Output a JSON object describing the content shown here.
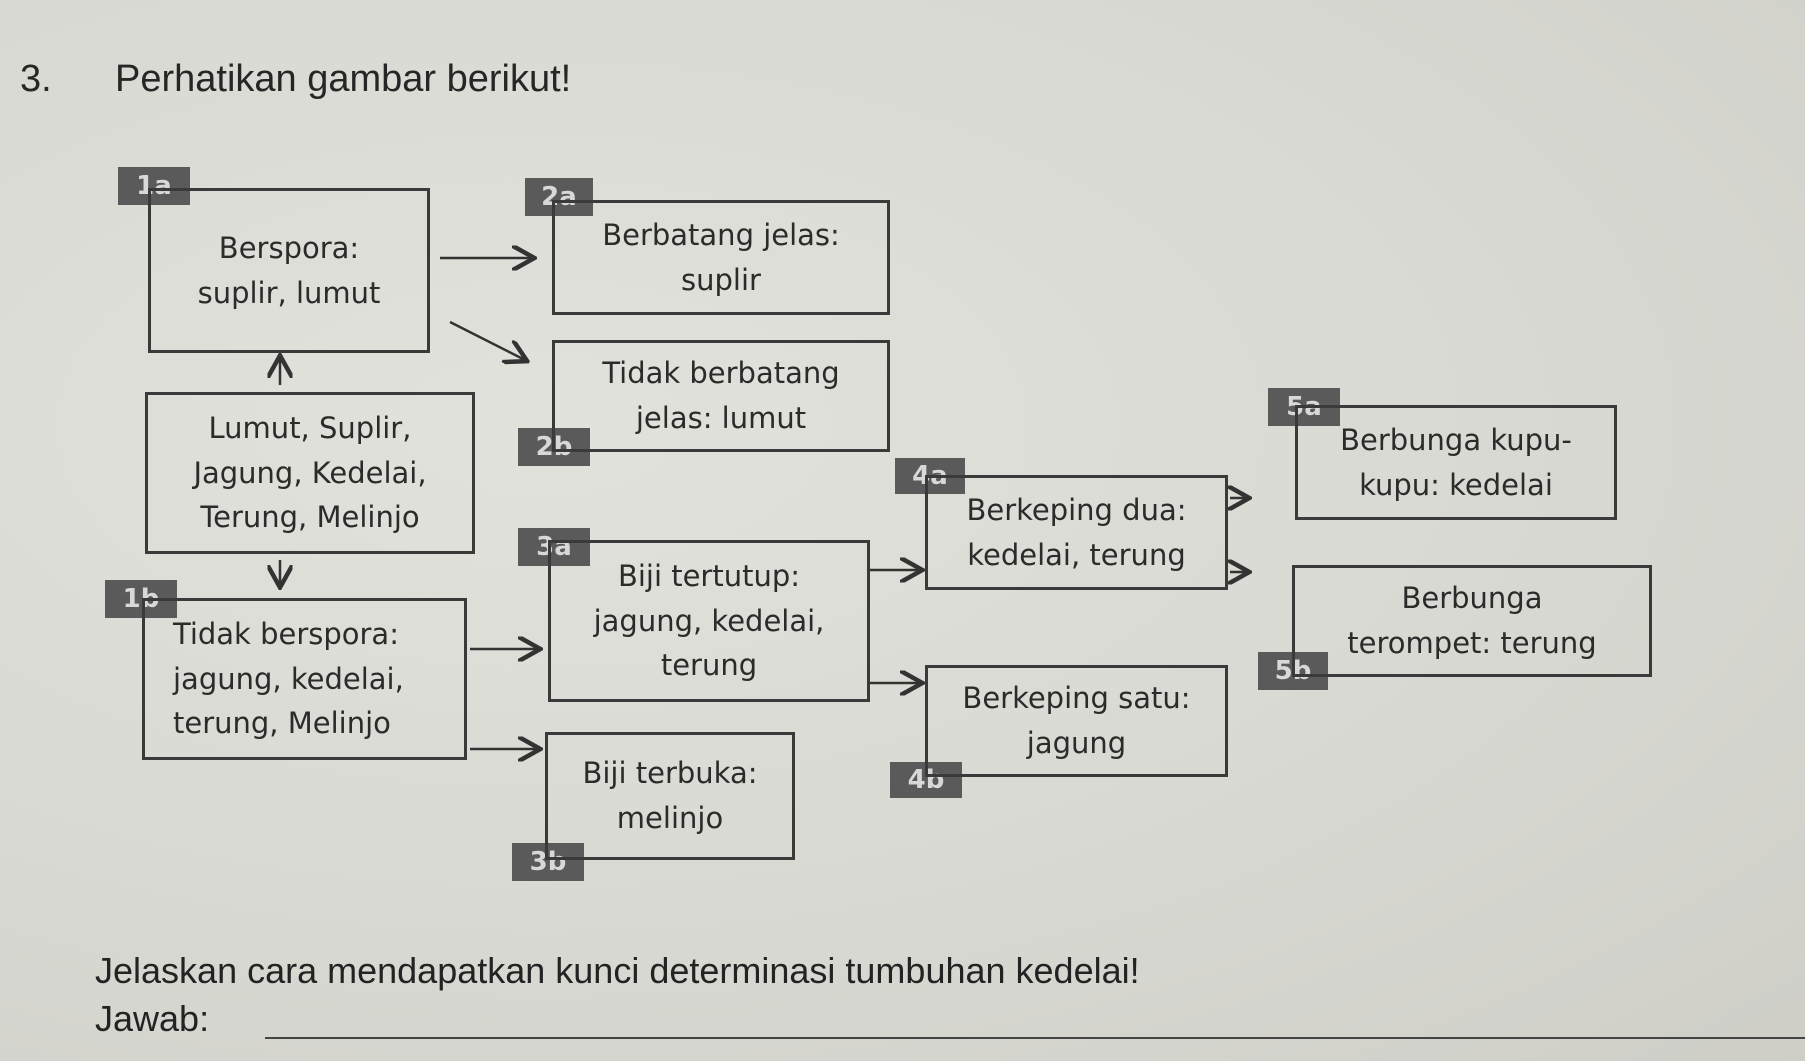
{
  "question": {
    "number": "3.",
    "title": "Perhatikan gambar berikut!"
  },
  "diagram": {
    "root": "Lumut, Suplir,\nJagung, Kedelai,\nTerung, Melinjo",
    "boxes": {
      "b1a": "Berspora:\nsuplir, lumut",
      "b1b": "Tidak berspora:\njagung, kedelai,\nterung, Melinjo",
      "b2a": "Berbatang jelas:\nsuplir",
      "b2b": "Tidak berbatang\njelas: lumut",
      "b3a": "Biji tertutup:\njagung, kedelai,\nterung",
      "b3b": "Biji terbuka:\nmelinjo",
      "b4a": "Berkeping dua:\nkedelai, terung",
      "b4b": "Berkeping satu:\njagung",
      "b5a": "Berbunga kupu-\nkupu: kedelai",
      "b5b": "Berbunga\nterompet: terung"
    },
    "tags": {
      "t1a": "1a",
      "t1b": "1b",
      "t2a": "2a",
      "t2b": "2b",
      "t3a": "3a",
      "t3b": "3b",
      "t4a": "4a",
      "t4b": "4b",
      "t5a": "5a",
      "t5b": "5b"
    }
  },
  "prompt": "Jelaskan cara mendapatkan kunci determinasi tumbuhan kedelai!",
  "answer_label": "Jawab:"
}
